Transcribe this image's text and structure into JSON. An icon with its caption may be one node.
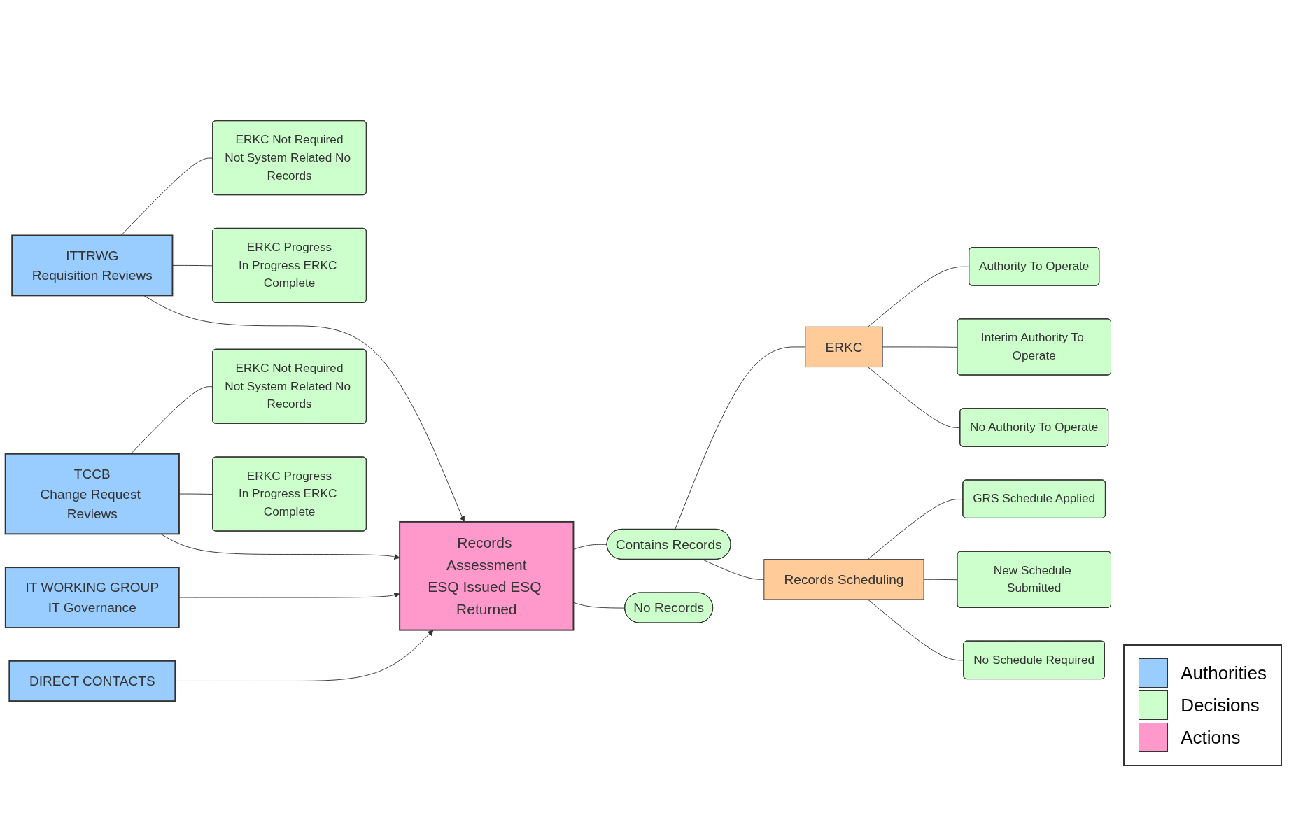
{
  "diagram": {
    "nodes": [
      {
        "text": [
          "ITTRWG",
          "Requisition Reviews"
        ]
      },
      {
        "text": [
          "ERKC Not Required",
          "Not System Related No Records"
        ]
      },
      {
        "text": [
          "ERKC Progress",
          "In Progress ERKC Complete"
        ]
      },
      {
        "text": [
          "TCCB",
          "Change Request Reviews"
        ]
      },
      {
        "text": [
          "ERKC Not Required",
          "Not System Related No Records"
        ]
      },
      {
        "text": [
          "ERKC Progress",
          "In Progress ERKC Complete"
        ]
      },
      {
        "text": [
          "IT WORKING GROUP",
          "IT Governance"
        ]
      },
      {
        "text": [
          "DIRECT CONTACTS"
        ]
      },
      {
        "text": [
          "Records Assessment",
          "ESQ Issued ESQ Returned"
        ]
      },
      {
        "text": [
          "Contains Records"
        ]
      },
      {
        "text": [
          "No Records"
        ]
      },
      {
        "text": [
          "ERKC"
        ]
      },
      {
        "text": [
          "Records Scheduling"
        ]
      },
      {
        "text": [
          "Authority To Operate"
        ]
      },
      {
        "text": [
          "Interim Authority To Operate"
        ]
      },
      {
        "text": [
          "No Authority To Operate"
        ]
      },
      {
        "text": [
          "GRS Schedule Applied"
        ]
      },
      {
        "text": [
          "New Schedule Submitted"
        ]
      },
      {
        "text": [
          "No Schedule Required"
        ]
      }
    ],
    "edges": [
      {
        "from": 0,
        "to": 1,
        "arrow": "none"
      },
      {
        "from": 0,
        "to": 2,
        "arrow": "none"
      },
      {
        "from": 3,
        "to": 4,
        "arrow": "none"
      },
      {
        "from": 3,
        "to": 5,
        "arrow": "none"
      },
      {
        "from": 0,
        "to": 8,
        "arrow": "to"
      },
      {
        "from": 3,
        "to": 8,
        "arrow": "to"
      },
      {
        "from": 6,
        "to": 8,
        "arrow": "to"
      },
      {
        "from": 7,
        "to": 8,
        "arrow": "to"
      },
      {
        "from": 8,
        "to": 9,
        "arrow": "none"
      },
      {
        "from": 8,
        "to": 10,
        "arrow": "none"
      },
      {
        "from": 9,
        "to": 11,
        "arrow": "none"
      },
      {
        "from": 9,
        "to": 12,
        "arrow": "none"
      },
      {
        "from": 11,
        "to": 13,
        "arrow": "none"
      },
      {
        "from": 11,
        "to": 14,
        "arrow": "none"
      },
      {
        "from": 11,
        "to": 15,
        "arrow": "none"
      },
      {
        "from": 12,
        "to": 16,
        "arrow": "none"
      },
      {
        "from": 12,
        "to": 17,
        "arrow": "none"
      },
      {
        "from": 12,
        "to": 18,
        "arrow": "none"
      }
    ],
    "legend": [
      {
        "text": "Authorities",
        "color": "#99ccff"
      },
      {
        "text": "Decisions",
        "color": "#ccffcc"
      },
      {
        "text": "Actions",
        "color": "#ff99cc"
      }
    ]
  }
}
